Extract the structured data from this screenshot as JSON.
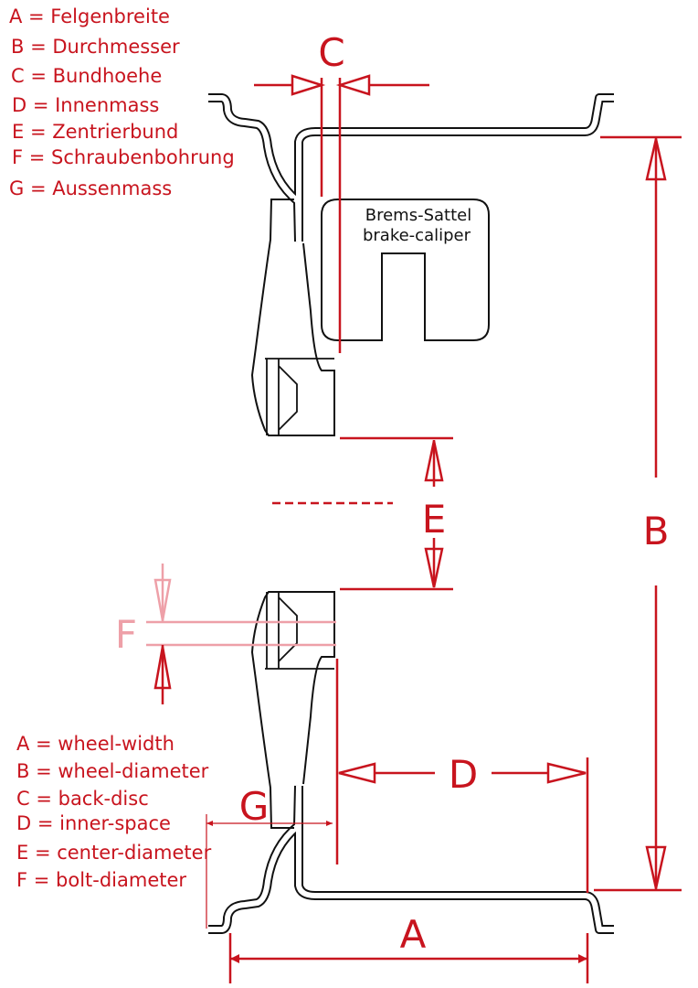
{
  "legend_de": [
    {
      "key": "A",
      "text": "A = Felgenbreite"
    },
    {
      "key": "B",
      "text": "B = Durchmesser"
    },
    {
      "key": "C",
      "text": "C = Bundhoehe"
    },
    {
      "key": "D",
      "text": "D = Innenmass"
    },
    {
      "key": "E",
      "text": "E = Zentrierbund"
    },
    {
      "key": "F",
      "text": "F = Schraubenbohrung"
    },
    {
      "key": "G",
      "text": "G = Aussenmass"
    }
  ],
  "legend_en": [
    {
      "key": "A",
      "text": "A = wheel-width"
    },
    {
      "key": "B",
      "text": "B = wheel-diameter"
    },
    {
      "key": "C",
      "text": "C = back-disc"
    },
    {
      "key": "D",
      "text": "D = inner-space"
    },
    {
      "key": "E",
      "text": "E = center-diameter"
    },
    {
      "key": "F",
      "text": "F = bolt-diameter"
    }
  ],
  "caliper": {
    "line1": "Brems-Sattel",
    "line2": "brake-caliper"
  },
  "dimension_labels": {
    "A": "A",
    "B": "B",
    "C": "C",
    "D": "D",
    "E": "E",
    "F": "F",
    "G": "G"
  },
  "colors": {
    "annotation": "#c8141e",
    "faded": "#eea0a8",
    "outline": "#111111"
  }
}
